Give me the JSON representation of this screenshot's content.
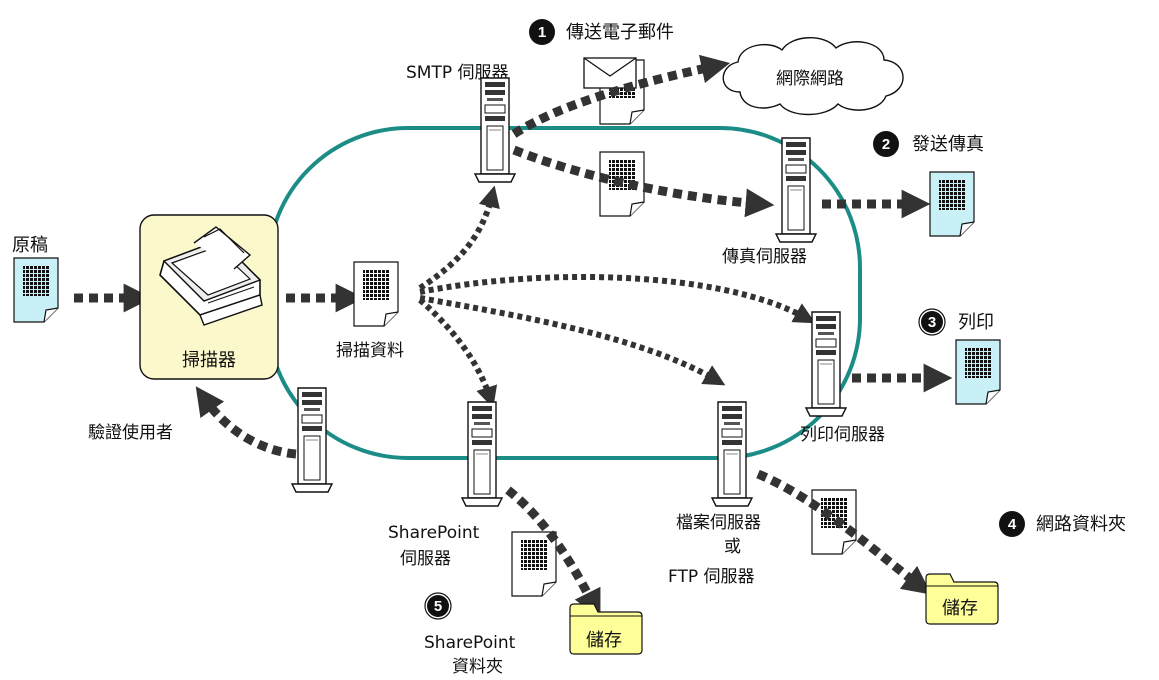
{
  "labels": {
    "original": "原稿",
    "scanner": "掃描器",
    "scan_data": "掃描資料",
    "authenticate_user": "驗證使用者",
    "smtp_server": "SMTP  伺服器",
    "internet": "網際網路",
    "fax_server": "傳真伺服器",
    "print_server": "列印伺服器",
    "file_server_line1": "檔案伺服器",
    "file_server_line2": "或",
    "file_server_line3": "FTP  伺服器",
    "sharepoint_server_line1": "SharePoint",
    "sharepoint_server_line2": "伺服器",
    "sharepoint_folder_line1": "SharePoint",
    "sharepoint_folder_line2": "資料夾",
    "save_network": "儲存",
    "save_sharepoint": "儲存"
  },
  "destinations": [
    {
      "num": "1",
      "label": "傳送電子郵件"
    },
    {
      "num": "2",
      "label": "發送傳真"
    },
    {
      "num": "3",
      "label": "列印"
    },
    {
      "num": "4",
      "label": "網路資料夾"
    },
    {
      "num": "5",
      "label": ""
    }
  ],
  "colors": {
    "network_loop": "#1c8c87",
    "scanner_box": "#fbf8cc",
    "fax_doc": "#c8f0f6",
    "folder": "#ffff99",
    "arrow": "#333333"
  }
}
